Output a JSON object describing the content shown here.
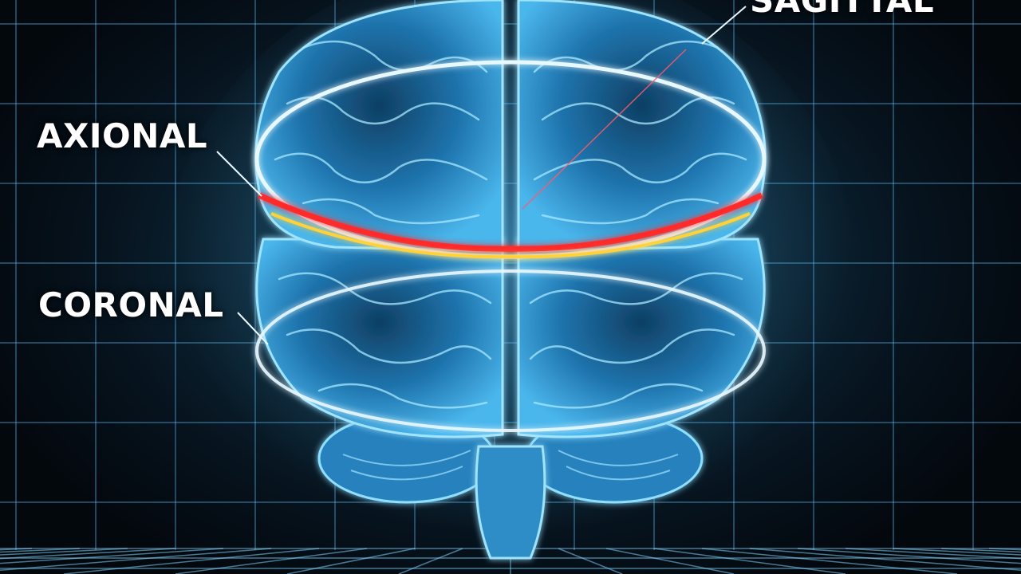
{
  "labels": {
    "axional": "AXIONAL",
    "coronal": "CORONAL",
    "sagittal": "SAGITTAL"
  },
  "colors": {
    "background": "#050b12",
    "grid": "#5fc4ff",
    "brain": "#2a8fd0",
    "brain_glow": "#6fd3ff",
    "plane_ring": "#e8f8ff",
    "axial_slice": "#ff3030",
    "slice_highlight": "#ffd23a",
    "label_text": "#ffffff"
  }
}
